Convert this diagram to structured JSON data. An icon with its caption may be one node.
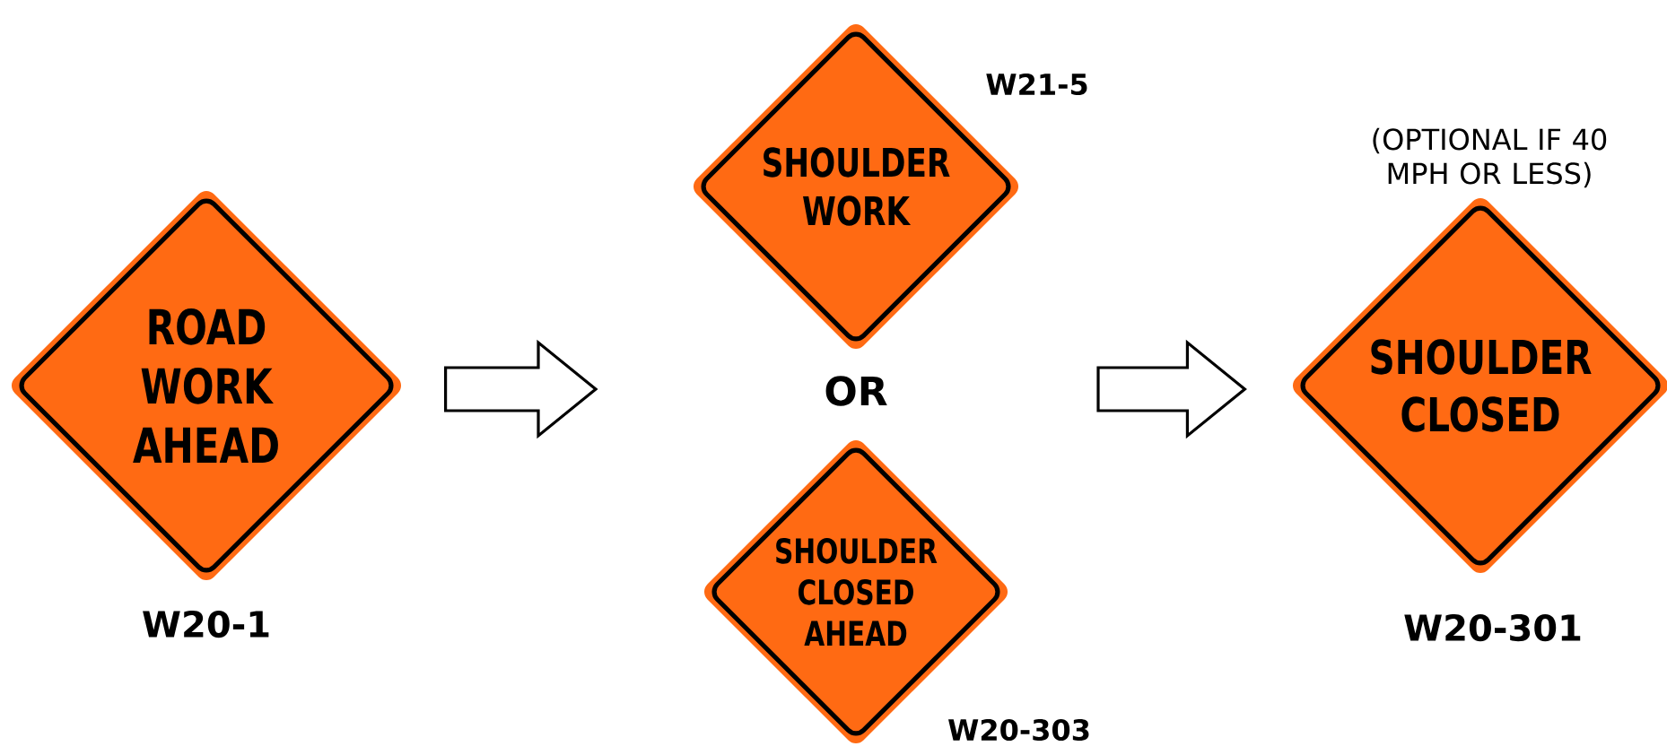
{
  "diagram": {
    "nodes": [
      {
        "text": [
          "ROAD WORK AHEAD"
        ],
        "beside": [
          "W20-1"
        ]
      },
      {
        "text": [
          "SHOULDER WORK"
        ],
        "beside": [
          "W21-5"
        ]
      },
      {
        "text": [
          "SHOULDER CLOSED AHEAD"
        ],
        "beside": [
          "W20-303"
        ]
      },
      {
        "text": [
          "SHOULDER CLOSED"
        ],
        "beside": [
          "(OPTIONAL IF 40 MPH OR LESS)",
          "W20-301"
        ]
      }
    ],
    "edges": [
      {
        "from": 0,
        "to": 1,
        "arrow": "to"
      },
      {
        "from": 0,
        "to": 2,
        "arrow": "to"
      },
      {
        "from": 1,
        "to": 3,
        "arrow": "to"
      },
      {
        "from": 2,
        "to": 3,
        "arrow": "to"
      }
    ],
    "labels": [
      "OR"
    ]
  }
}
